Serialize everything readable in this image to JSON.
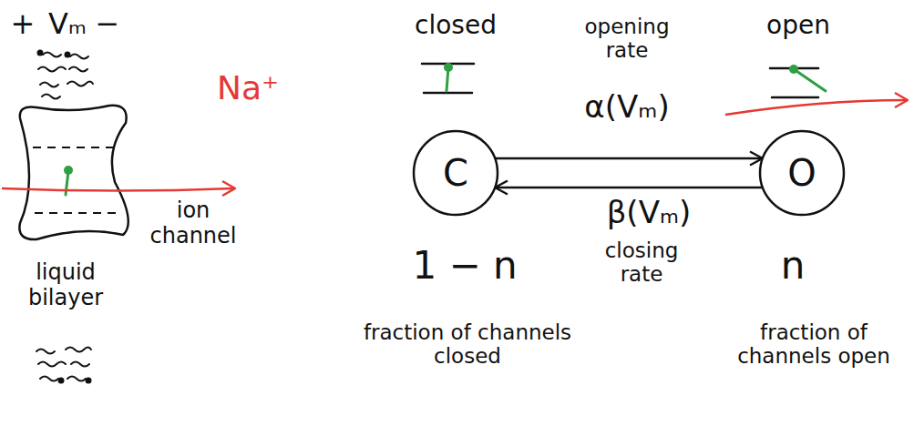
{
  "diagram": {
    "nodes": [
      {
        "text": [
          "C"
        ]
      },
      {
        "text": [
          "O"
        ]
      }
    ],
    "edges": [
      {
        "from": 0,
        "to": 1,
        "arrow": "to",
        "label": "α(Vₘ)"
      },
      {
        "from": 1,
        "to": 0,
        "arrow": "to",
        "label": "β(Vₘ)"
      }
    ],
    "labels": [
      "+",
      "Vₘ",
      "−",
      "Na⁺",
      "ion channel",
      "liquid bilayer",
      "closed",
      "1 − n",
      "fraction of channels closed",
      "opening rate",
      "closing rate",
      "open",
      "n",
      "fraction of channels open"
    ]
  }
}
